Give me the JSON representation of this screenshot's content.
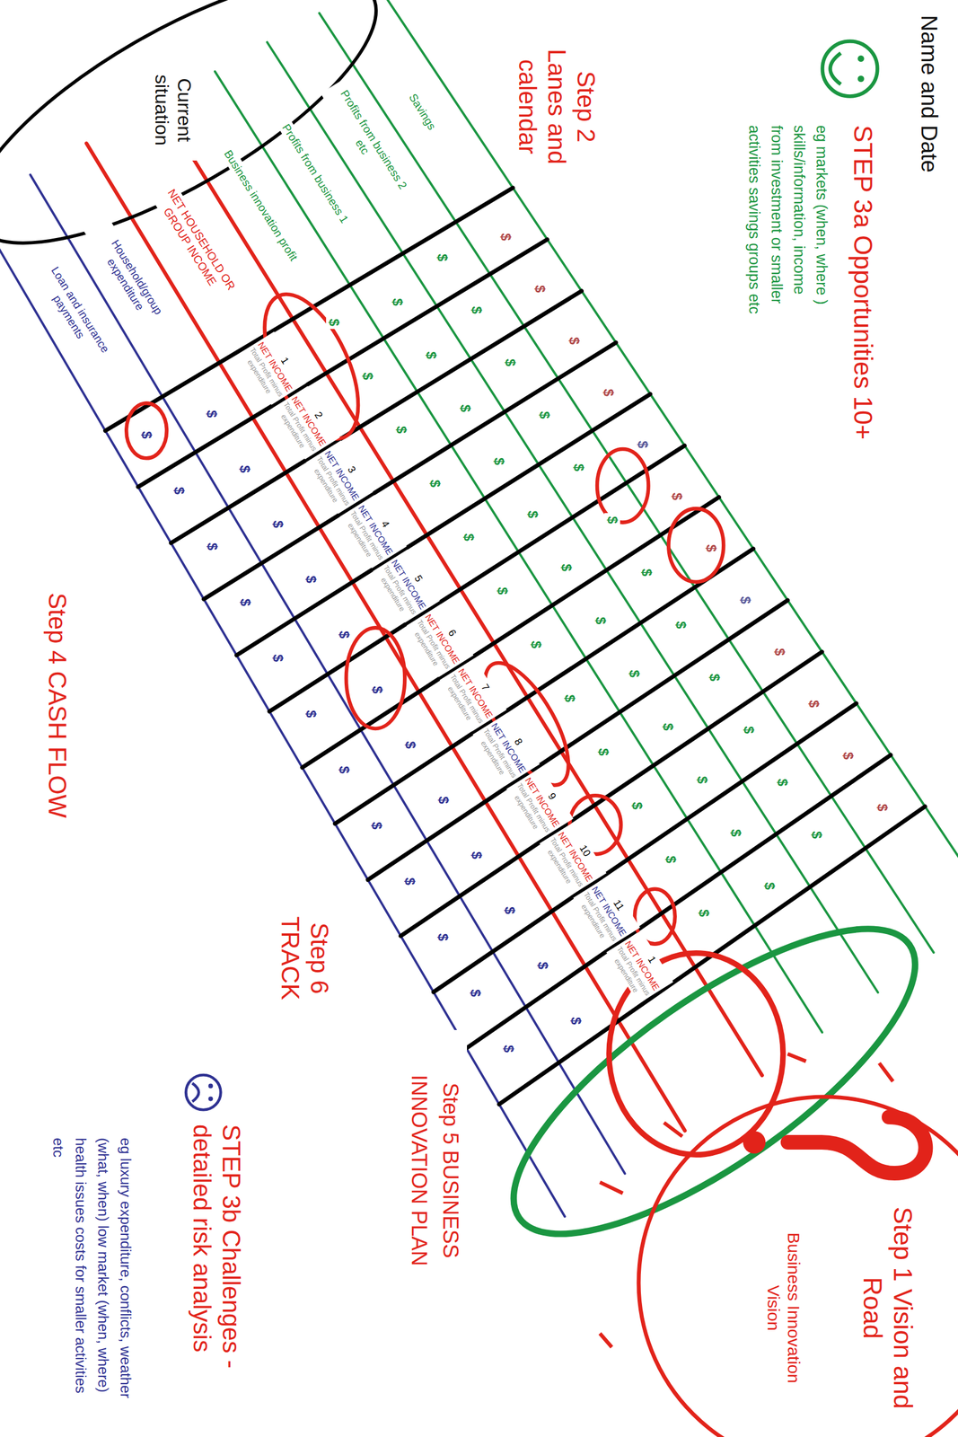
{
  "diagram": {
    "nodes": [
      {
        "text": [
          "Current situation"
        ]
      },
      {
        "text": [
          "Step 1 Vision and Road",
          "Business Innovation Vision"
        ]
      }
    ],
    "labels": [
      "Name and Date",
      "STEP 3a Opportunities 10+",
      "eg markets (when, where ) skills/information, income from investment or smaller activities savings groups etc",
      "Step 2 Lanes and calendar",
      "Savings",
      "Profits from business 2 etc",
      "Profits from business 1",
      "Business innovation profit",
      "NET HOUSEHOLD OR GROUP INCOME",
      "Household/group expenditure",
      "Loan and insurance payments",
      "Step 4 CASH FLOW",
      "Step 6 TRACK",
      "Step 5 BUSINESS INNOVATION PLAN",
      "STEP 3b Challenges - detailed risk analysis",
      "eg luxury expenditure, conflicts, weather (what, when) low market (when, where) health issues costs for smaller activities etc",
      "1",
      "NET INCOME",
      "Total Profit minus expenditure",
      "2",
      "NET INCOME",
      "Total Profit minus expenditure",
      "3",
      "NET INCOME",
      "Total Profit minus expenditure",
      "4",
      "NET INCOME",
      "Total Profit minus expenditure",
      "5",
      "NET INCOME",
      "Total Profit minus expenditure",
      "6",
      "NET INCOME",
      "Total Profit minus expenditure",
      "7",
      "NET INCOME",
      "Total Profit minus expenditure",
      "8",
      "NET INCOME",
      "Total Profit minus expenditure",
      "9",
      "NET INCOME",
      "Total Profit minus expenditure",
      "10",
      "NET INCOME",
      "Total Profit minus expenditure",
      "11",
      "NET INCOME",
      "Total Profit minus expenditure",
      "1",
      "NET INCOME",
      "Total Profit minus expenditure",
      "$",
      "$",
      "$",
      "$",
      "$",
      "$",
      "$",
      "$",
      "$",
      "$",
      "$",
      "$",
      "$",
      "$",
      "$",
      "$",
      "$",
      "$",
      "$",
      "$",
      "$",
      "$",
      "$",
      "$",
      "$",
      "$",
      "$",
      "$",
      "$",
      "$",
      "$",
      "$",
      "$",
      "$",
      "$",
      "$",
      "$",
      "$",
      "$",
      "$",
      "$",
      "$",
      "$",
      "$",
      "$",
      "$",
      "$",
      "$",
      "$",
      "$",
      "$",
      "$",
      "$",
      "$",
      "$",
      "$",
      "$",
      "$",
      "$",
      "$",
      "$",
      "$",
      "$",
      "$",
      "$",
      "$",
      "$",
      "$",
      "$",
      "$",
      "$",
      "$"
    ]
  }
}
